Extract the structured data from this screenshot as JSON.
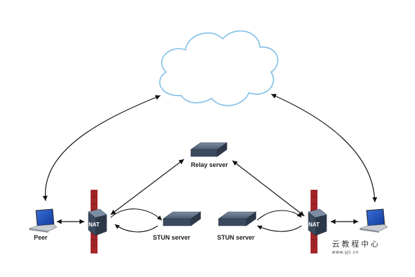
{
  "labels": {
    "relay": "Relay server",
    "stun_left": "STUN server",
    "stun_right": "STUN server",
    "peer": "Peer",
    "nat": "NAT"
  },
  "watermark": {
    "main": "云教程中心",
    "sub": "www.yjc.cn"
  },
  "colors": {
    "cloud_stroke": "#8cc4e8",
    "nat_wall": "#a5262a",
    "device_dark": "#3c4a5e",
    "arrow": "#111111"
  }
}
